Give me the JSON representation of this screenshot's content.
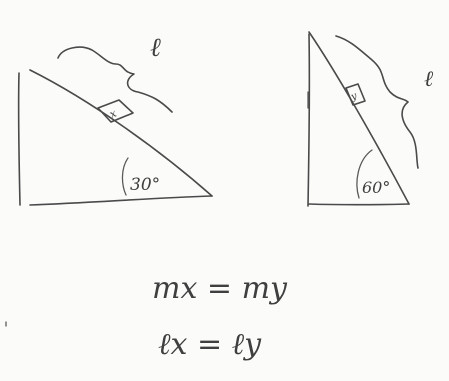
{
  "left_diagram": {
    "angle_label": "30°",
    "length_label": "ℓ",
    "block_label": "x"
  },
  "right_diagram": {
    "angle_label": "60°",
    "length_label": "ℓ",
    "block_label": "y"
  },
  "equations": {
    "mass": "mx = my",
    "length": "ℓx = ℓy"
  }
}
